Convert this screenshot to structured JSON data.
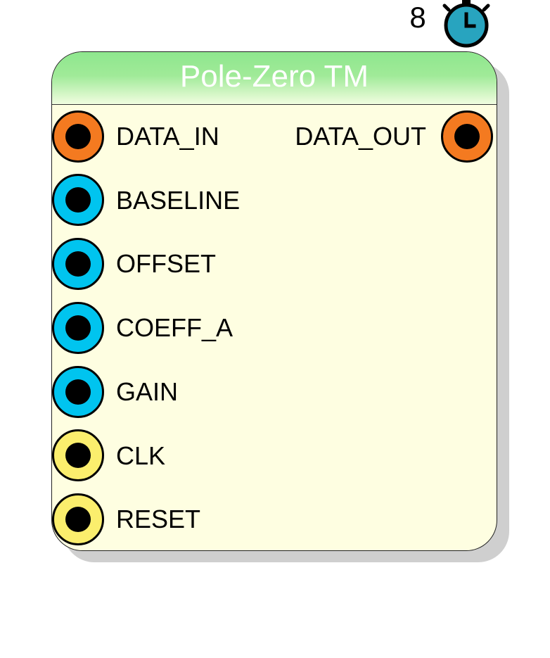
{
  "block": {
    "title": "Pole-Zero TM",
    "latency": "8",
    "latency_icon": "stopwatch-icon"
  },
  "colors": {
    "header_green": "#8ee78e",
    "body_fill": "#fefee1",
    "port_data": "#f47a20",
    "port_param": "#00c4ef",
    "port_control": "#fbee6d",
    "timer_blue": "#28a4bf"
  },
  "ports": {
    "inputs": [
      {
        "label": "DATA_IN",
        "kind": "data"
      },
      {
        "label": "BASELINE",
        "kind": "param"
      },
      {
        "label": "OFFSET",
        "kind": "param"
      },
      {
        "label": "COEFF_A",
        "kind": "param"
      },
      {
        "label": "GAIN",
        "kind": "param"
      },
      {
        "label": "CLK",
        "kind": "control"
      },
      {
        "label": "RESET",
        "kind": "control"
      }
    ],
    "outputs": [
      {
        "label": "DATA_OUT",
        "kind": "data"
      }
    ]
  }
}
